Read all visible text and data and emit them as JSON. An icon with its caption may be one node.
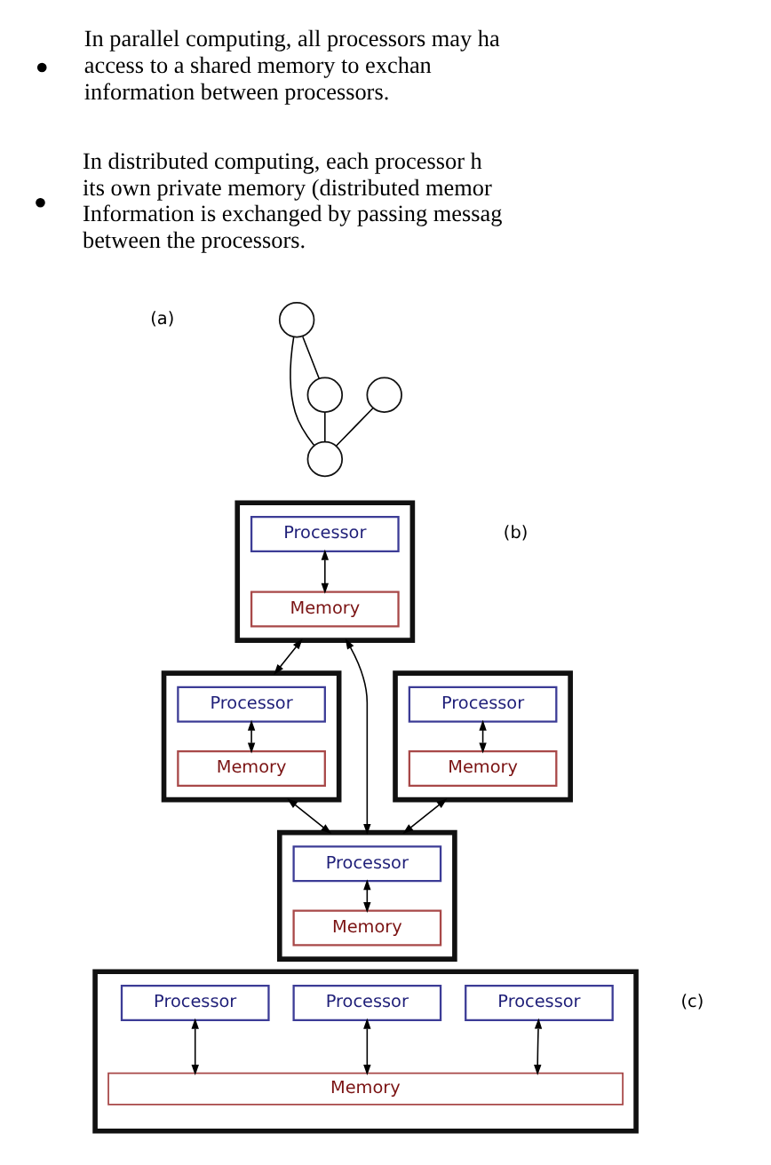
{
  "diagram": {
    "nodes": [
      {
        "text": [],
        "shape": "circle"
      },
      {
        "text": [],
        "shape": "circle"
      },
      {
        "text": [],
        "shape": "circle"
      },
      {
        "text": [],
        "shape": "circle"
      },
      {
        "text": [],
        "shape": "box"
      },
      {
        "text": [
          "Processor"
        ],
        "in": 4
      },
      {
        "text": [
          "Memory"
        ],
        "in": 4
      },
      {
        "text": [],
        "shape": "box"
      },
      {
        "text": [
          "Processor"
        ],
        "in": 7
      },
      {
        "text": [
          "Memory"
        ],
        "in": 7
      },
      {
        "text": [],
        "shape": "box"
      },
      {
        "text": [
          "Processor"
        ],
        "in": 10
      },
      {
        "text": [
          "Memory"
        ],
        "in": 10
      },
      {
        "text": [],
        "shape": "box"
      },
      {
        "text": [
          "Processor"
        ],
        "in": 13
      },
      {
        "text": [
          "Memory"
        ],
        "in": 13
      },
      {
        "text": [],
        "shape": "box"
      },
      {
        "text": [
          "Processor"
        ],
        "in": 16
      },
      {
        "text": [
          "Processor"
        ],
        "in": 16
      },
      {
        "text": [
          "Processor"
        ],
        "in": 16
      },
      {
        "text": [
          "Memory"
        ],
        "in": 16
      }
    ],
    "edges": [
      {
        "from": 0,
        "to": 1,
        "arrow": "none"
      },
      {
        "from": 0,
        "to": 3,
        "arrow": "none"
      },
      {
        "from": 1,
        "to": 3,
        "arrow": "none"
      },
      {
        "from": 2,
        "to": 3,
        "arrow": "none"
      },
      {
        "from": 5,
        "to": 6,
        "arrow": "both"
      },
      {
        "from": 8,
        "to": 9,
        "arrow": "both"
      },
      {
        "from": 11,
        "to": 12,
        "arrow": "both"
      },
      {
        "from": 14,
        "to": 15,
        "arrow": "both"
      },
      {
        "from": 4,
        "to": 7,
        "arrow": "both"
      },
      {
        "from": 7,
        "to": 13,
        "arrow": "both"
      },
      {
        "from": 4,
        "to": 13,
        "arrow": "both"
      },
      {
        "from": 10,
        "to": 13,
        "arrow": "both"
      },
      {
        "from": 17,
        "to": 20,
        "arrow": "both"
      },
      {
        "from": 18,
        "to": 20,
        "arrow": "both"
      },
      {
        "from": 19,
        "to": 20,
        "arrow": "both"
      }
    ],
    "labels": [
      "In parallel computing, all processors may ha access to a shared memory to exchan information between processors.",
      "In distributed computing, each processor h its own private memory (distributed memor Information is exchanged by passing messag between the processors.",
      "(a)",
      "(b)",
      "(c)"
    ]
  }
}
